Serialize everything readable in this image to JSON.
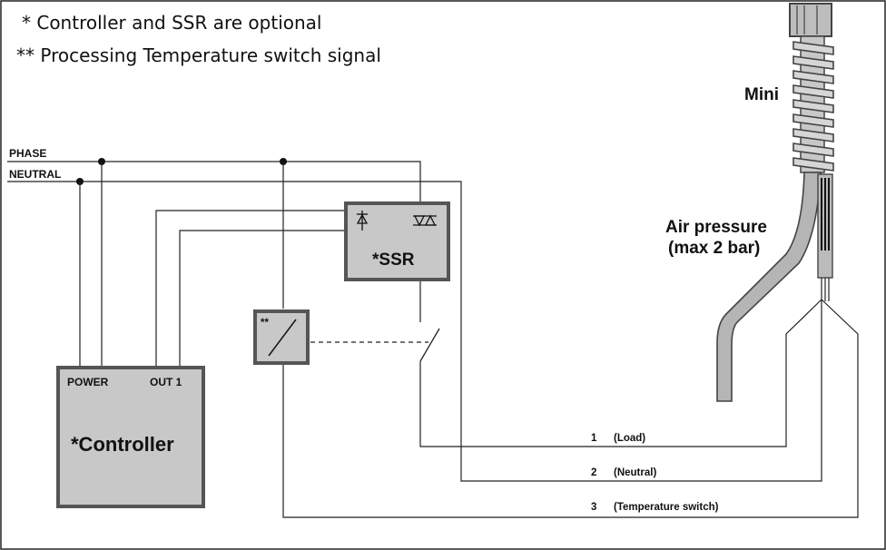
{
  "notes": {
    "optional": "* Controller and SSR are optional",
    "signal": "** Processing Temperature switch signal"
  },
  "rails": {
    "phase": "PHASE",
    "neutral": "NEUTRAL"
  },
  "controller": {
    "label": "*Controller",
    "power": "POWER",
    "out1": "OUT 1"
  },
  "ssr": {
    "label": "*SSR"
  },
  "switch": {
    "label": "**"
  },
  "heater": {
    "model": "Mini",
    "air_line1": "Air pressure",
    "air_line2": "(max 2 bar)"
  },
  "wires": [
    {
      "number": "1",
      "name": "(Load)"
    },
    {
      "number": "2",
      "name": "(Neutral)"
    },
    {
      "number": "3",
      "name": "(Temperature switch)"
    }
  ],
  "colors": {
    "box_fill": "#c8c8c8",
    "box_border": "#555555",
    "line": "#222222",
    "tube": "#b5b5b5"
  }
}
